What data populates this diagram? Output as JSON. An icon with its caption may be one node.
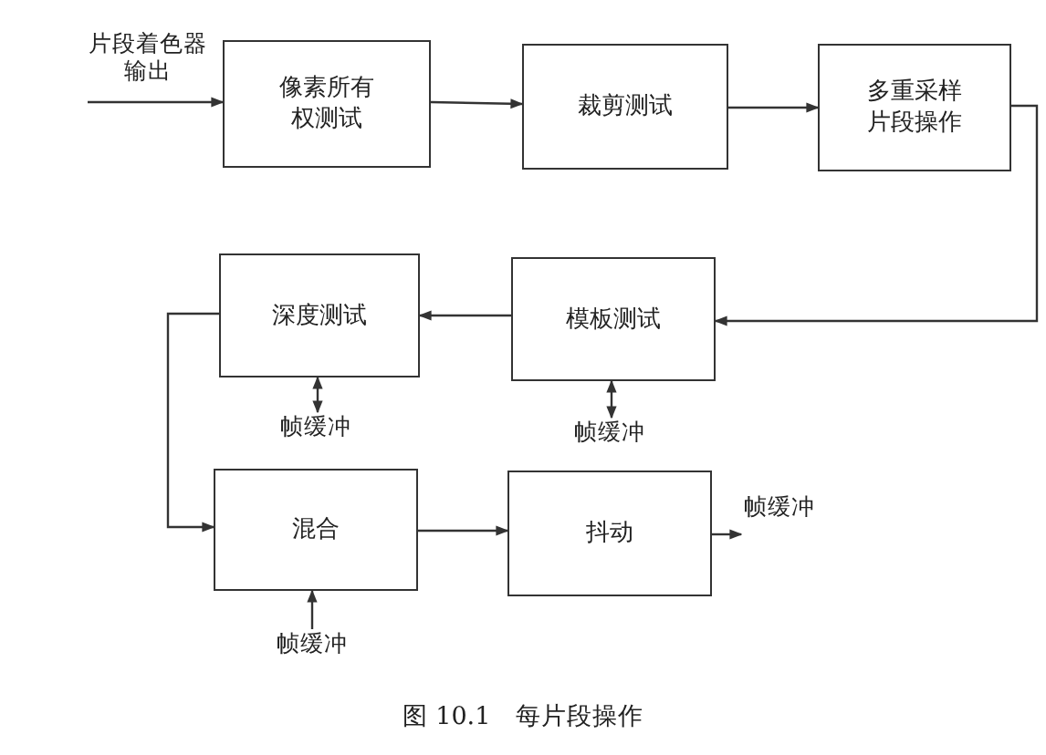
{
  "diagram": {
    "caption": "图 10.1　每片段操作",
    "nodes": [
      {
        "text": [
          "像素所有权测试"
        ]
      },
      {
        "text": [
          "裁剪测试"
        ]
      },
      {
        "text": [
          "多重采样片段操作"
        ]
      },
      {
        "text": [
          "模板测试"
        ]
      },
      {
        "text": [
          "深度测试"
        ]
      },
      {
        "text": [
          "混合"
        ]
      },
      {
        "text": [
          "抖动"
        ]
      },
      {
        "text": [
          "片段着色器输出"
        ]
      },
      {
        "text": [
          "帧缓冲"
        ]
      },
      {
        "text": [
          "帧缓冲"
        ]
      },
      {
        "text": [
          "帧缓冲"
        ]
      },
      {
        "text": [
          "帧缓冲"
        ]
      }
    ],
    "edges": [
      {
        "from": 7,
        "to": 0,
        "arrow": "to"
      },
      {
        "from": 0,
        "to": 1,
        "arrow": "to"
      },
      {
        "from": 1,
        "to": 2,
        "arrow": "to"
      },
      {
        "from": 2,
        "to": 3,
        "arrow": "to"
      },
      {
        "from": 3,
        "to": 4,
        "arrow": "to"
      },
      {
        "from": 4,
        "to": 5,
        "arrow": "to"
      },
      {
        "from": 5,
        "to": 6,
        "arrow": "to"
      },
      {
        "from": 6,
        "to": 11,
        "arrow": "to"
      },
      {
        "from": 8,
        "to": 4,
        "arrow": "both"
      },
      {
        "from": 9,
        "to": 3,
        "arrow": "both"
      },
      {
        "from": 10,
        "to": 5,
        "arrow": "to"
      }
    ]
  }
}
